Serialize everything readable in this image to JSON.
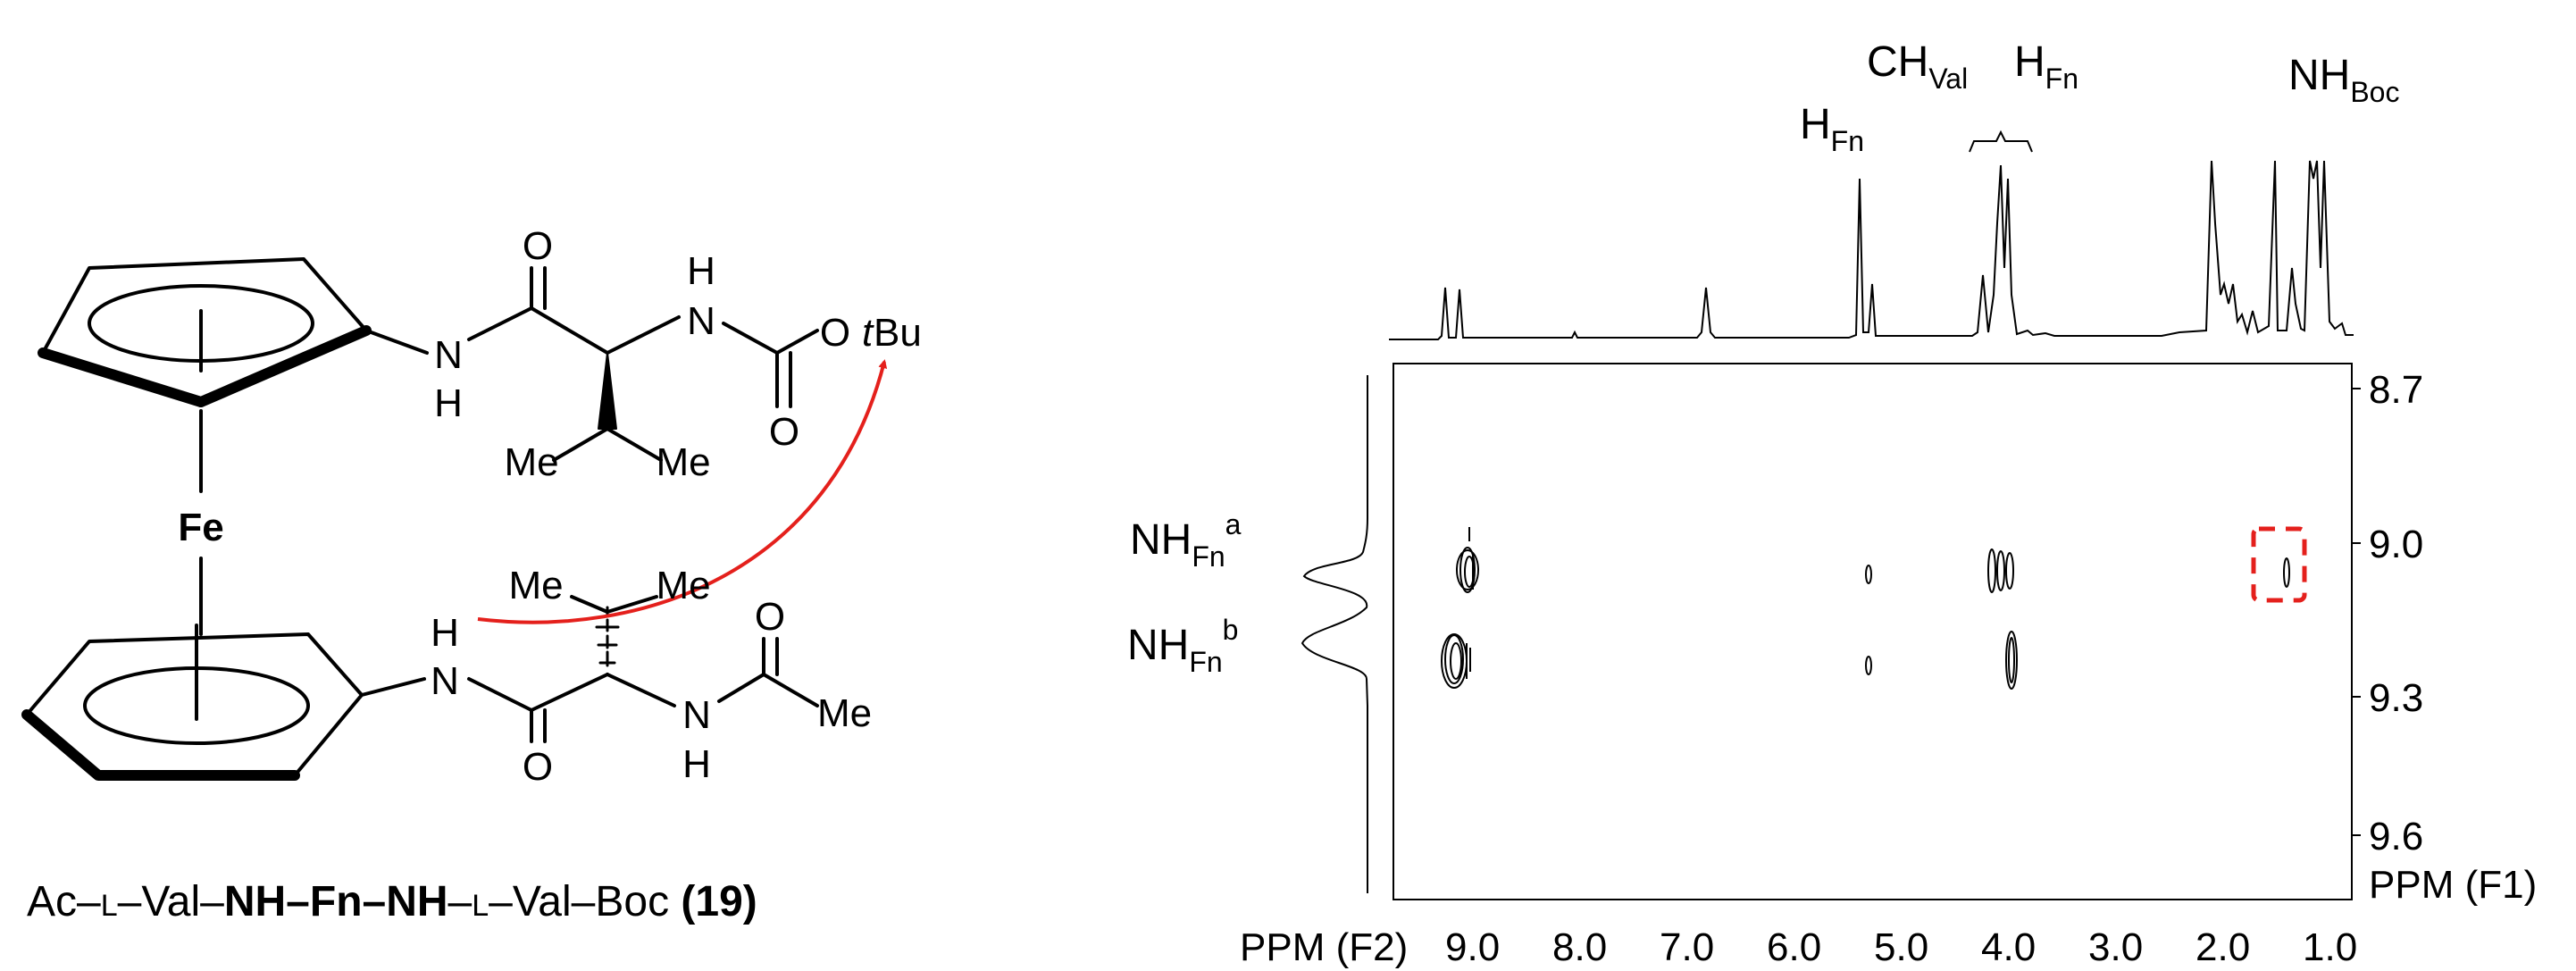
{
  "molecule": {
    "iron": "Fe",
    "carbonyl_oxygen": "O",
    "amide_n": "N",
    "amide_h": "H",
    "ester_o": "O",
    "tbu_t": "t",
    "tbu_bu": "Bu",
    "methyl": "Me"
  },
  "caption": {
    "part1": "Ac–",
    "l1": "L",
    "part2": "–Val–",
    "bold1": "NH–Fn–NH",
    "part3": "–",
    "l2": "L",
    "part4": "–Val–Boc ",
    "compound": "(19)"
  },
  "spectrum": {
    "peak_labels": [
      {
        "main": "H",
        "sub": "Fn"
      },
      {
        "main": "CH",
        "sub": "Val"
      },
      {
        "main": "H",
        "sub": "Fn"
      },
      {
        "main": "NH",
        "sub": "Boc"
      }
    ],
    "row_labels": [
      {
        "main": "NH",
        "sub": "Fn",
        "sup": "a"
      },
      {
        "main": "NH",
        "sub": "Fn",
        "sup": "b"
      }
    ],
    "f1_axis_label": "PPM (F1)",
    "f2_axis_label": "PPM (F2)",
    "f1_ticks": [
      "8.7",
      "9.0",
      "9.3",
      "9.6"
    ],
    "f2_ticks": [
      "9.0",
      "8.0",
      "7.0",
      "6.0",
      "5.0",
      "4.0",
      "3.0",
      "2.0",
      "1.0"
    ],
    "highlight_color": "#e4201c",
    "arrow_color": "#e4201c"
  }
}
